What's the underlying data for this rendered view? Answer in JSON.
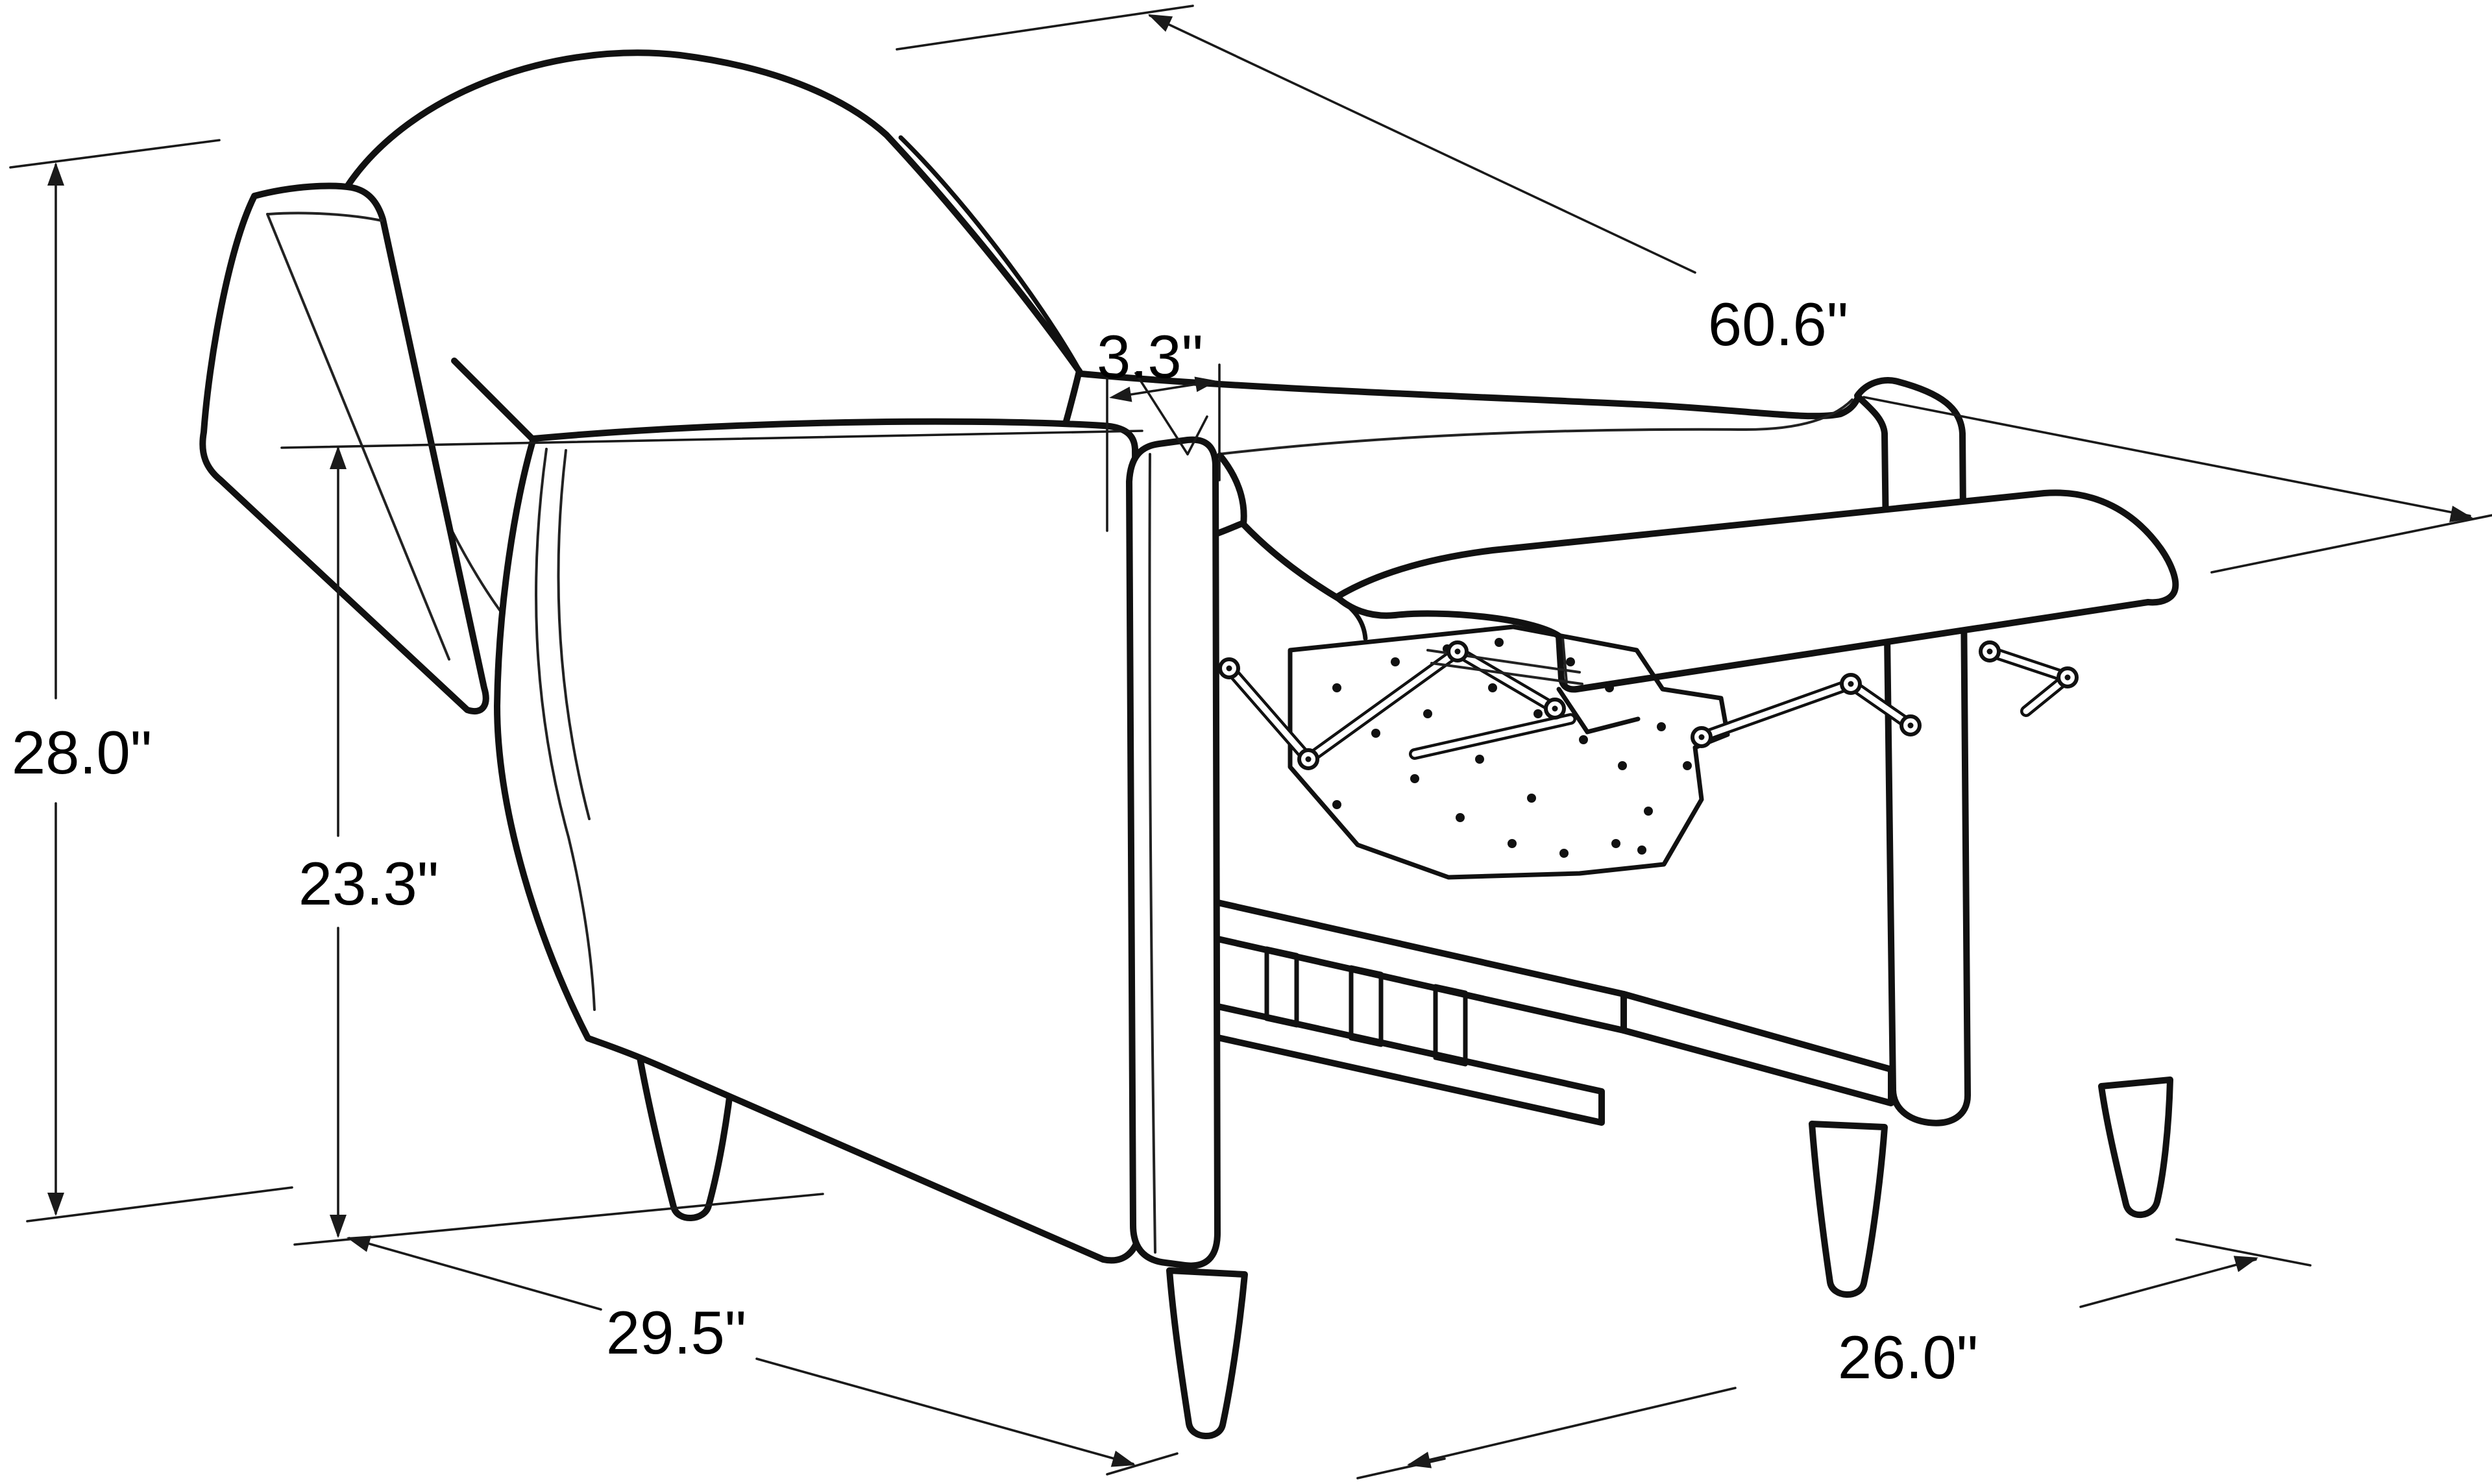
{
  "diagram": {
    "subject": "reclining chair line drawing, reclined position, three-quarter rear view",
    "unit": "inches",
    "line_color": "#111111",
    "background_color": "#ffffff"
  },
  "dimensions": {
    "overall_height": "28.0\"",
    "floor_to_seat_back_top": "23.3\"",
    "arm_top_width": "3.3\"",
    "overall_reclined_depth": "60.6\"",
    "base_depth_left": "29.5\"",
    "base_depth_right": "26.0\""
  }
}
